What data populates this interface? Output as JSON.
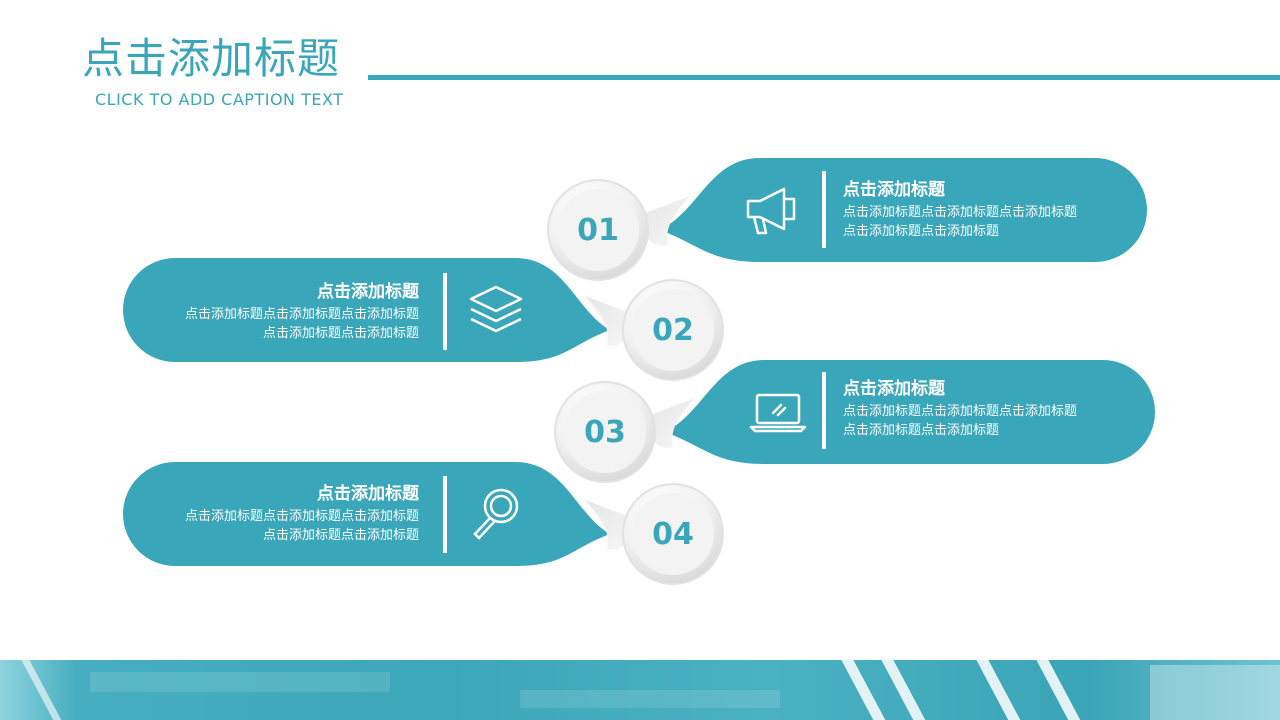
{
  "header": {
    "title": "点击添加标题",
    "subtitle": "CLICK TO ADD CAPTION TEXT"
  },
  "items": [
    {
      "number": "01",
      "title": "点击添加标题",
      "body": "点击添加标题点击添加标题点击添加标题点击添加标题点击添加标题",
      "icon": "megaphone-icon"
    },
    {
      "number": "02",
      "title": "点击添加标题",
      "body": "点击添加标题点击添加标题点击添加标题点击添加标题点击添加标题",
      "icon": "layers-icon"
    },
    {
      "number": "03",
      "title": "点击添加标题",
      "body": "点击添加标题点击添加标题点击添加标题点击添加标题点击添加标题",
      "icon": "laptop-icon"
    },
    {
      "number": "04",
      "title": "点击添加标题",
      "body": "点击添加标题点击添加标题点击添加标题点击添加标题点击添加标题",
      "icon": "search-icon"
    }
  ],
  "colors": {
    "accent": "#3aa6ba",
    "circle_light": "#f7f7f7",
    "circle_shadow": "#d9d9d9"
  }
}
